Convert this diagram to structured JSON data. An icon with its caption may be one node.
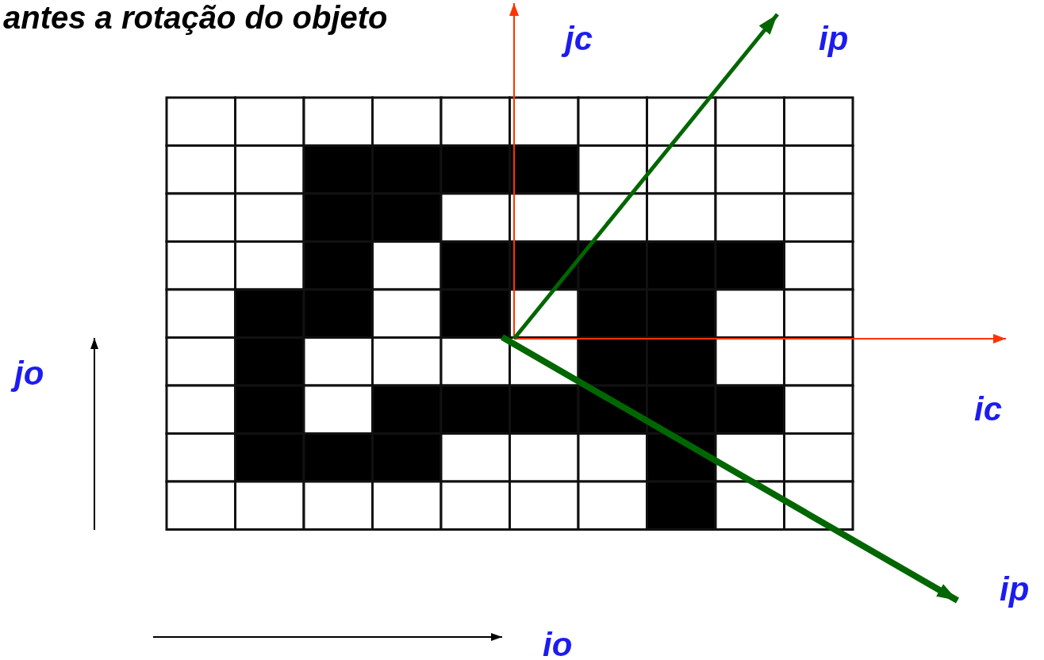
{
  "diagram": {
    "title": "antes a rotação do objeto",
    "labels": [
      "jc",
      "ip",
      "jo",
      "ic",
      "ip",
      "io"
    ]
  }
}
